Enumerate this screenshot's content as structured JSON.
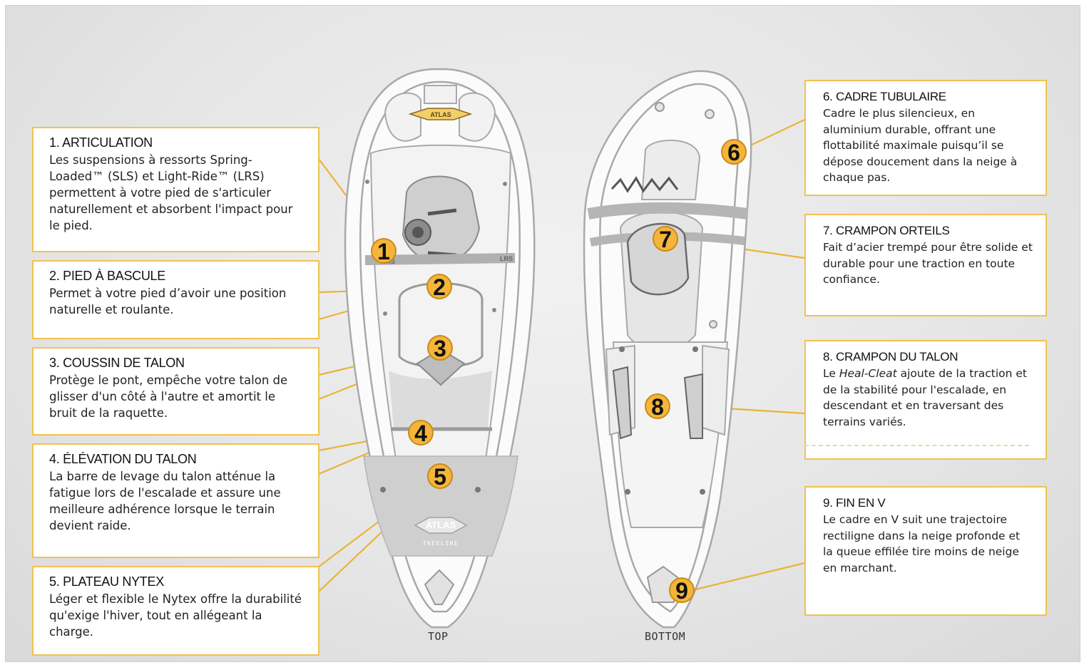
{
  "callouts": [
    {
      "title": "1. ARTICULATION",
      "text": "Les suspensions à ressorts Spring-Loaded™ (SLS) et Light-Ride™ (LRS) permettent à votre pied de s'articuler naturellement et absorbent l'impact pour le pied."
    },
    {
      "title": "2. PIED À BASCULE",
      "text": "Permet à votre pied d’avoir une position naturelle et roulante."
    },
    {
      "title": "3. COUSSIN DE TALON",
      "text": "Protège le pont, empêche votre talon de glisser d'un côté à l'autre et amortit le bruit de la raquette."
    },
    {
      "title": "4. ÉLÉVATION DU TALON",
      "text": "La barre de levage du talon atténue la fatigue lors de l'escalade et assure une meilleure adhérence lorsque le terrain devient raide."
    },
    {
      "title": "5. PLATEAU NYTEX",
      "text": "Léger et flexible le Nytex offre la durabilité qu'exige l'hiver, tout en allégeant la charge."
    },
    {
      "title": "6. CADRE TUBULAIRE",
      "text": "Cadre le plus silencieux, en aluminium durable, offrant une flottabilité maximale puisqu’il se dépose doucement dans la neige à chaque pas."
    },
    {
      "title": "7. CRAMPON ORTEILS",
      "text": "Fait d’acier trempé pour être solide et durable pour une traction en toute confiance."
    },
    {
      "title": "8. CRAMPON DU TALON",
      "text_before": "Le ",
      "text_italic": "Heal-Cleat",
      "text_after": " ajoute de la traction et de la stabilité pour l'escalade, en descendant et en traversant des terrains variés."
    },
    {
      "title": "9. FIN EN V",
      "text": "Le cadre en V suit une trajectoire rectiligne dans la neige profonde et la queue effilée tire moins de neige en marchant."
    }
  ],
  "markers": [
    "1",
    "2",
    "3",
    "4",
    "5",
    "6",
    "7",
    "8",
    "9"
  ],
  "views": {
    "top": "TOP",
    "bottom": "BOTTOM"
  },
  "snowshoe_top_text": {
    "logo": "ATLAS",
    "model": "TREELINE",
    "size": "25",
    "badge": "LRS"
  },
  "colors": {
    "accent": "#f4b53a",
    "accent_dark": "#c98a17",
    "callout_border": "#f0c24f",
    "frame_gray": "#a9a9a9"
  }
}
